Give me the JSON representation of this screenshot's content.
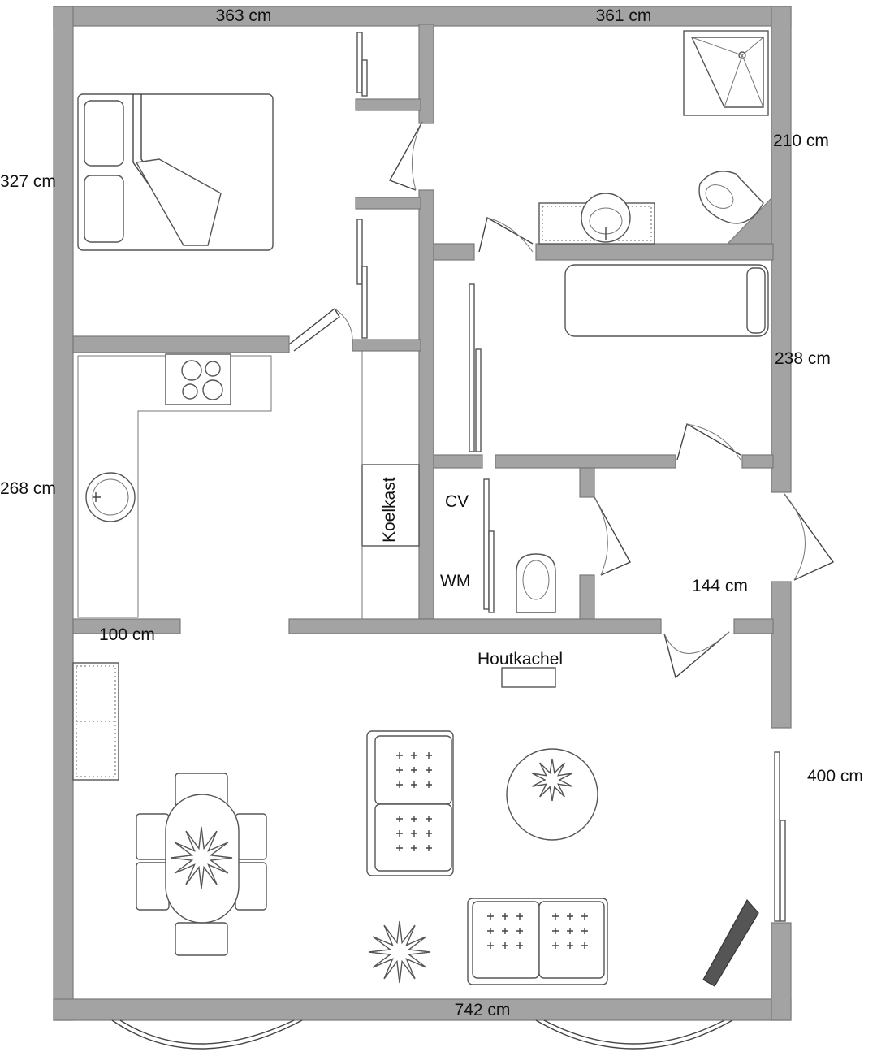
{
  "dimensions": {
    "top_left": "363 cm",
    "top_right": "361 cm",
    "left_upper": "327 cm",
    "left_middle": "268 cm",
    "kitchen_counter": "100 cm",
    "bottom": "742 cm",
    "right_bathroom": "210 cm",
    "right_bedroom2": "238 cm",
    "right_hall": "144 cm",
    "right_living": "400 cm"
  },
  "labels": {
    "fridge": "Koelkast",
    "boiler": "CV",
    "washing_machine": "WM",
    "stove": "Houtkachel"
  },
  "colors": {
    "wall_fill": "#a3a3a3",
    "wall_stroke": "#7a7a7a",
    "line": "#444444",
    "tv": "#555555"
  }
}
